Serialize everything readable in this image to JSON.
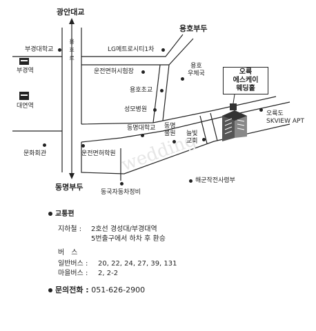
{
  "map": {
    "labels": {
      "gwangan_bridge": "광안대교",
      "pukyong_univ": "부경대학교",
      "pukyong_station": "부경역",
      "daeyeon_station": "대연역",
      "lg_metro": "LG메트로시티1차",
      "yongho_wharf": "용호부두",
      "yongho_road": [
        "용",
        "호",
        "로"
      ],
      "driving_school1": "운전면허시험장",
      "yongho_post": [
        "용호",
        "우체국"
      ],
      "yongho_elementary": "용호초교",
      "seongmo_hospital": "성모병원",
      "tongmyong_univ": "동명대학교",
      "tongmyong_hall": [
        "동명",
        "불원"
      ],
      "neunbit_church": [
        "늘빛",
        "교회"
      ],
      "oryukdo": "오륙도",
      "skview": "SKVIEW APT",
      "culture_hall": "문화회관",
      "driving_school2": "운전면허학원",
      "dongmyeong_wharf": "동명부두",
      "dongguk_car": "동국자동차정비",
      "navy_cemetery": "해군작전사령부",
      "hall_name": [
        "오륙",
        "에스케이",
        "웨딩홀"
      ],
      "watermark": "wedding"
    }
  },
  "info": {
    "traffic_title": "교통편",
    "subway_label": "지하철 :",
    "subway_line1": "2호선 경성대/부경대역",
    "subway_line2": "5번출구에서 하차 후 환승",
    "bus_label": "버　스",
    "general_bus_label": "일반버스 :",
    "general_bus": "20, 22, 24, 27, 39, 131",
    "village_bus_label": "마을버스 :",
    "village_bus": "2, 2-2",
    "phone_title": "문의전화 :",
    "phone": "051-626-2900"
  }
}
